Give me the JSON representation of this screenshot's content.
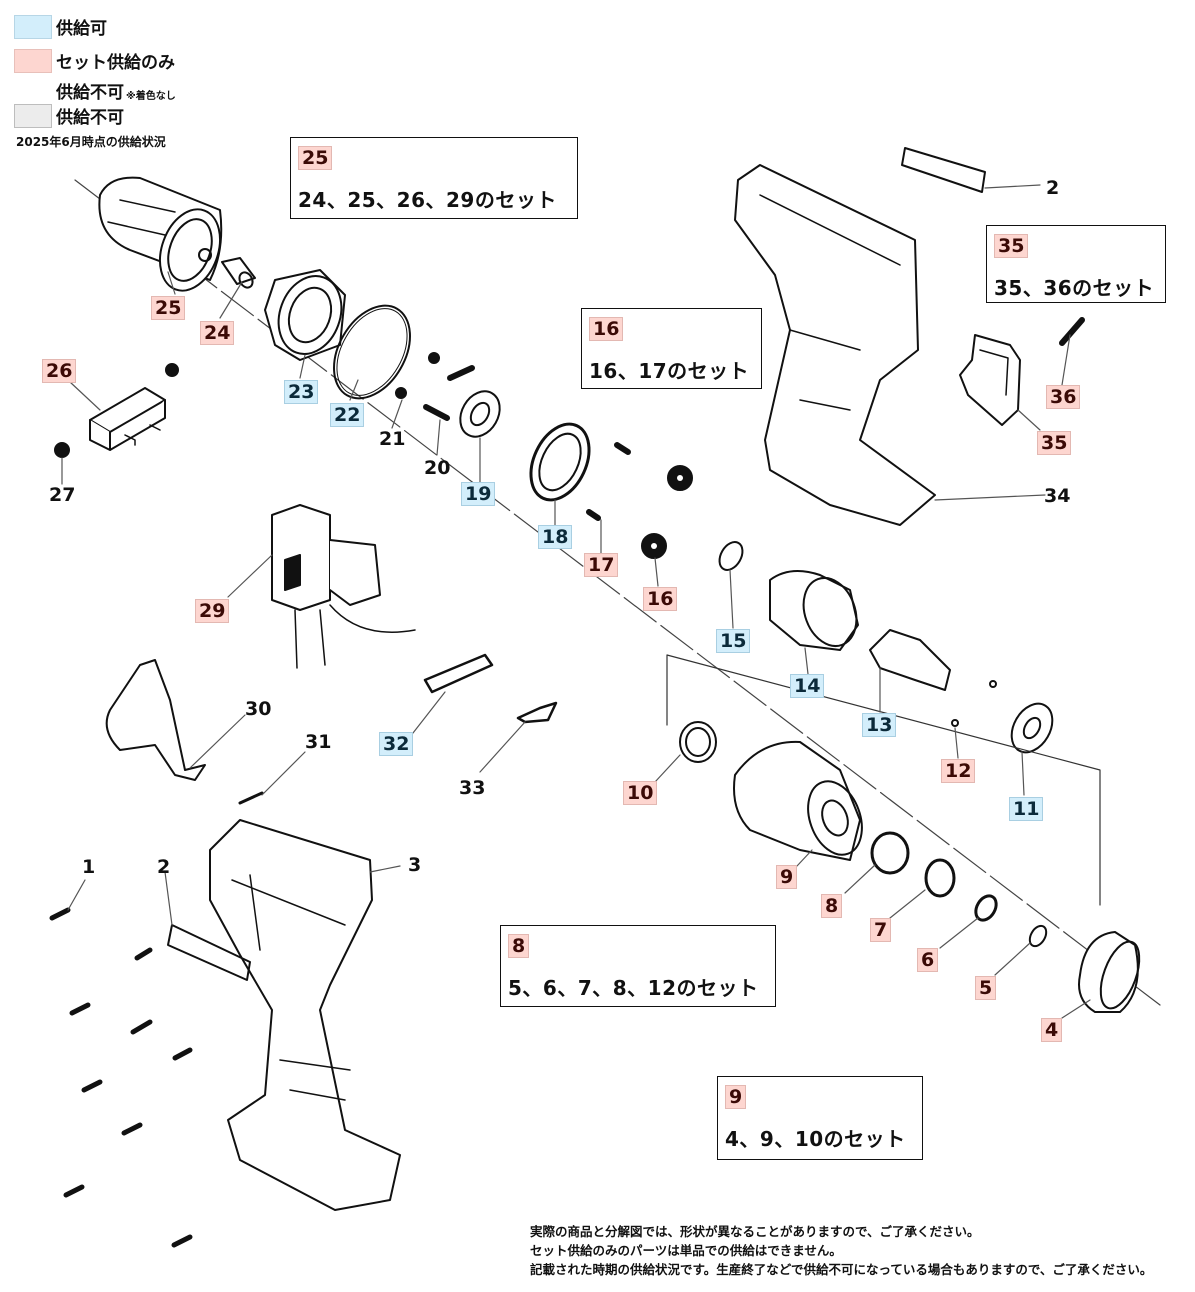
{
  "legend": {
    "items": [
      {
        "label": "供給可",
        "color": "#d3eefb",
        "note": ""
      },
      {
        "label": "セット供給のみ",
        "color": "#fdd6d0",
        "note": ""
      },
      {
        "label": "供給不可",
        "color": "",
        "note": "※着色なし"
      },
      {
        "label": "供給不可",
        "color": "#ececec",
        "note": ""
      }
    ],
    "status_date": "2025年6月時点の供給状況"
  },
  "parts": [
    {
      "no": "1",
      "status": "none"
    },
    {
      "no": "2",
      "status": "none"
    },
    {
      "no": "2",
      "status": "none"
    },
    {
      "no": "3",
      "status": "none"
    },
    {
      "no": "4",
      "status": "set"
    },
    {
      "no": "5",
      "status": "set"
    },
    {
      "no": "6",
      "status": "set"
    },
    {
      "no": "7",
      "status": "set"
    },
    {
      "no": "8",
      "status": "set"
    },
    {
      "no": "9",
      "status": "set"
    },
    {
      "no": "10",
      "status": "set"
    },
    {
      "no": "11",
      "status": "ok"
    },
    {
      "no": "12",
      "status": "set"
    },
    {
      "no": "13",
      "status": "ok"
    },
    {
      "no": "14",
      "status": "ok"
    },
    {
      "no": "15",
      "status": "ok"
    },
    {
      "no": "16",
      "status": "set"
    },
    {
      "no": "17",
      "status": "set"
    },
    {
      "no": "18",
      "status": "ok"
    },
    {
      "no": "19",
      "status": "ok"
    },
    {
      "no": "20",
      "status": "none"
    },
    {
      "no": "21",
      "status": "none"
    },
    {
      "no": "22",
      "status": "ok"
    },
    {
      "no": "23",
      "status": "ok"
    },
    {
      "no": "24",
      "status": "set"
    },
    {
      "no": "25",
      "status": "set"
    },
    {
      "no": "26",
      "status": "set"
    },
    {
      "no": "27",
      "status": "none"
    },
    {
      "no": "29",
      "status": "set"
    },
    {
      "no": "30",
      "status": "none"
    },
    {
      "no": "31",
      "status": "none"
    },
    {
      "no": "32",
      "status": "ok"
    },
    {
      "no": "33",
      "status": "none"
    },
    {
      "no": "34",
      "status": "none"
    },
    {
      "no": "35",
      "status": "set"
    },
    {
      "no": "36",
      "status": "set"
    }
  ],
  "sets": [
    {
      "key": "25",
      "desc": "24、25、26、29のセット"
    },
    {
      "key": "35",
      "desc": "35、36のセット"
    },
    {
      "key": "16",
      "desc": "16、17のセット"
    },
    {
      "key": "8",
      "desc": "5、6、7、8、12のセット"
    },
    {
      "key": "9",
      "desc": "4、9、10のセット"
    }
  ],
  "notes": [
    "実際の商品と分解図では、形状が異なることがありますので、ご了承ください。",
    "セット供給のみのパーツは単品での供給はできません。",
    "記載された時期の供給状況です。生産終了などで供給不可になっている場合もありますので、ご了承ください。"
  ]
}
